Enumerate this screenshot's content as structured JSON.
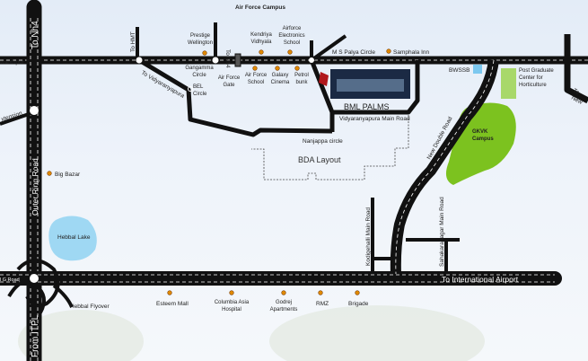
{
  "title_top": "Air Force Campus",
  "roads": {
    "to_nh4_vertical": "To Nh4",
    "outer_ring_road": "Outer Ring Road",
    "from_itpl": "From ITPL",
    "to_hmt": "To HMT",
    "to_nh4_top": "To Nh4",
    "yeshwanthpur": "wanthpur",
    "extension": "xtension",
    "to_vidyaranyapura": "To Vidyaranyapura",
    "vidyaranyapura_main_road": "Vidyaranyapura Main Road",
    "new_double_road": "New Double Road",
    "kodigehalli_main_road": "Kodigehalli Main Road",
    "sahakaranagar_main_road": "Sahakaranagar Main Road",
    "to_international_airport": "To International Airport",
    "bg_road": "l G Road",
    "right_edge_1": "To",
    "right_edge_2": "New"
  },
  "landmarks": {
    "prestige_wellington": "Prestige Wellington",
    "gangamma_circle": "Gangamma Circle",
    "bel_circle": "BEL Circle",
    "air_force_gate": "Air Force Gate",
    "air_force_school": "Air Force School",
    "galaxy_cinema": "Galaxy Cinema",
    "kendriya_vidhyala": "Kendriya Vidhyala",
    "airforce_electronics_school": "Airforce Electronics School",
    "petrol_bunk": "Petrol bunk",
    "ms_palya_circle": "M S Palya Circle",
    "samphala_inn": "Samphala Inn",
    "bml_palms": "BML PALMS",
    "nanjappa_circle": "Nanjappa circle",
    "bda_layout": "BDA Layout",
    "bwssb": "BWSSB",
    "post_graduate": "Post Graduate Center for Horticulture",
    "gkvk_campus": "GKVK Campus",
    "big_bazar": "Big Bazar",
    "hebbal_lake": "Hebbal Lake",
    "hebbal_flyover": "Hebbal Flyover",
    "esteem_mall": "Esteem Mall",
    "columbia_asia_hospital": "Columbia Asia Hospital",
    "godrej_apartments": "Godrej Apartments",
    "rmz": "RMZ",
    "brigade": "Brigade"
  },
  "colors": {
    "road": "#111111",
    "poi_marker": "#e08a00",
    "park_green": "#7cc21f",
    "light_green": "#a8d86a",
    "water": "#9fd8f3",
    "site_marker": "#b0181c"
  }
}
